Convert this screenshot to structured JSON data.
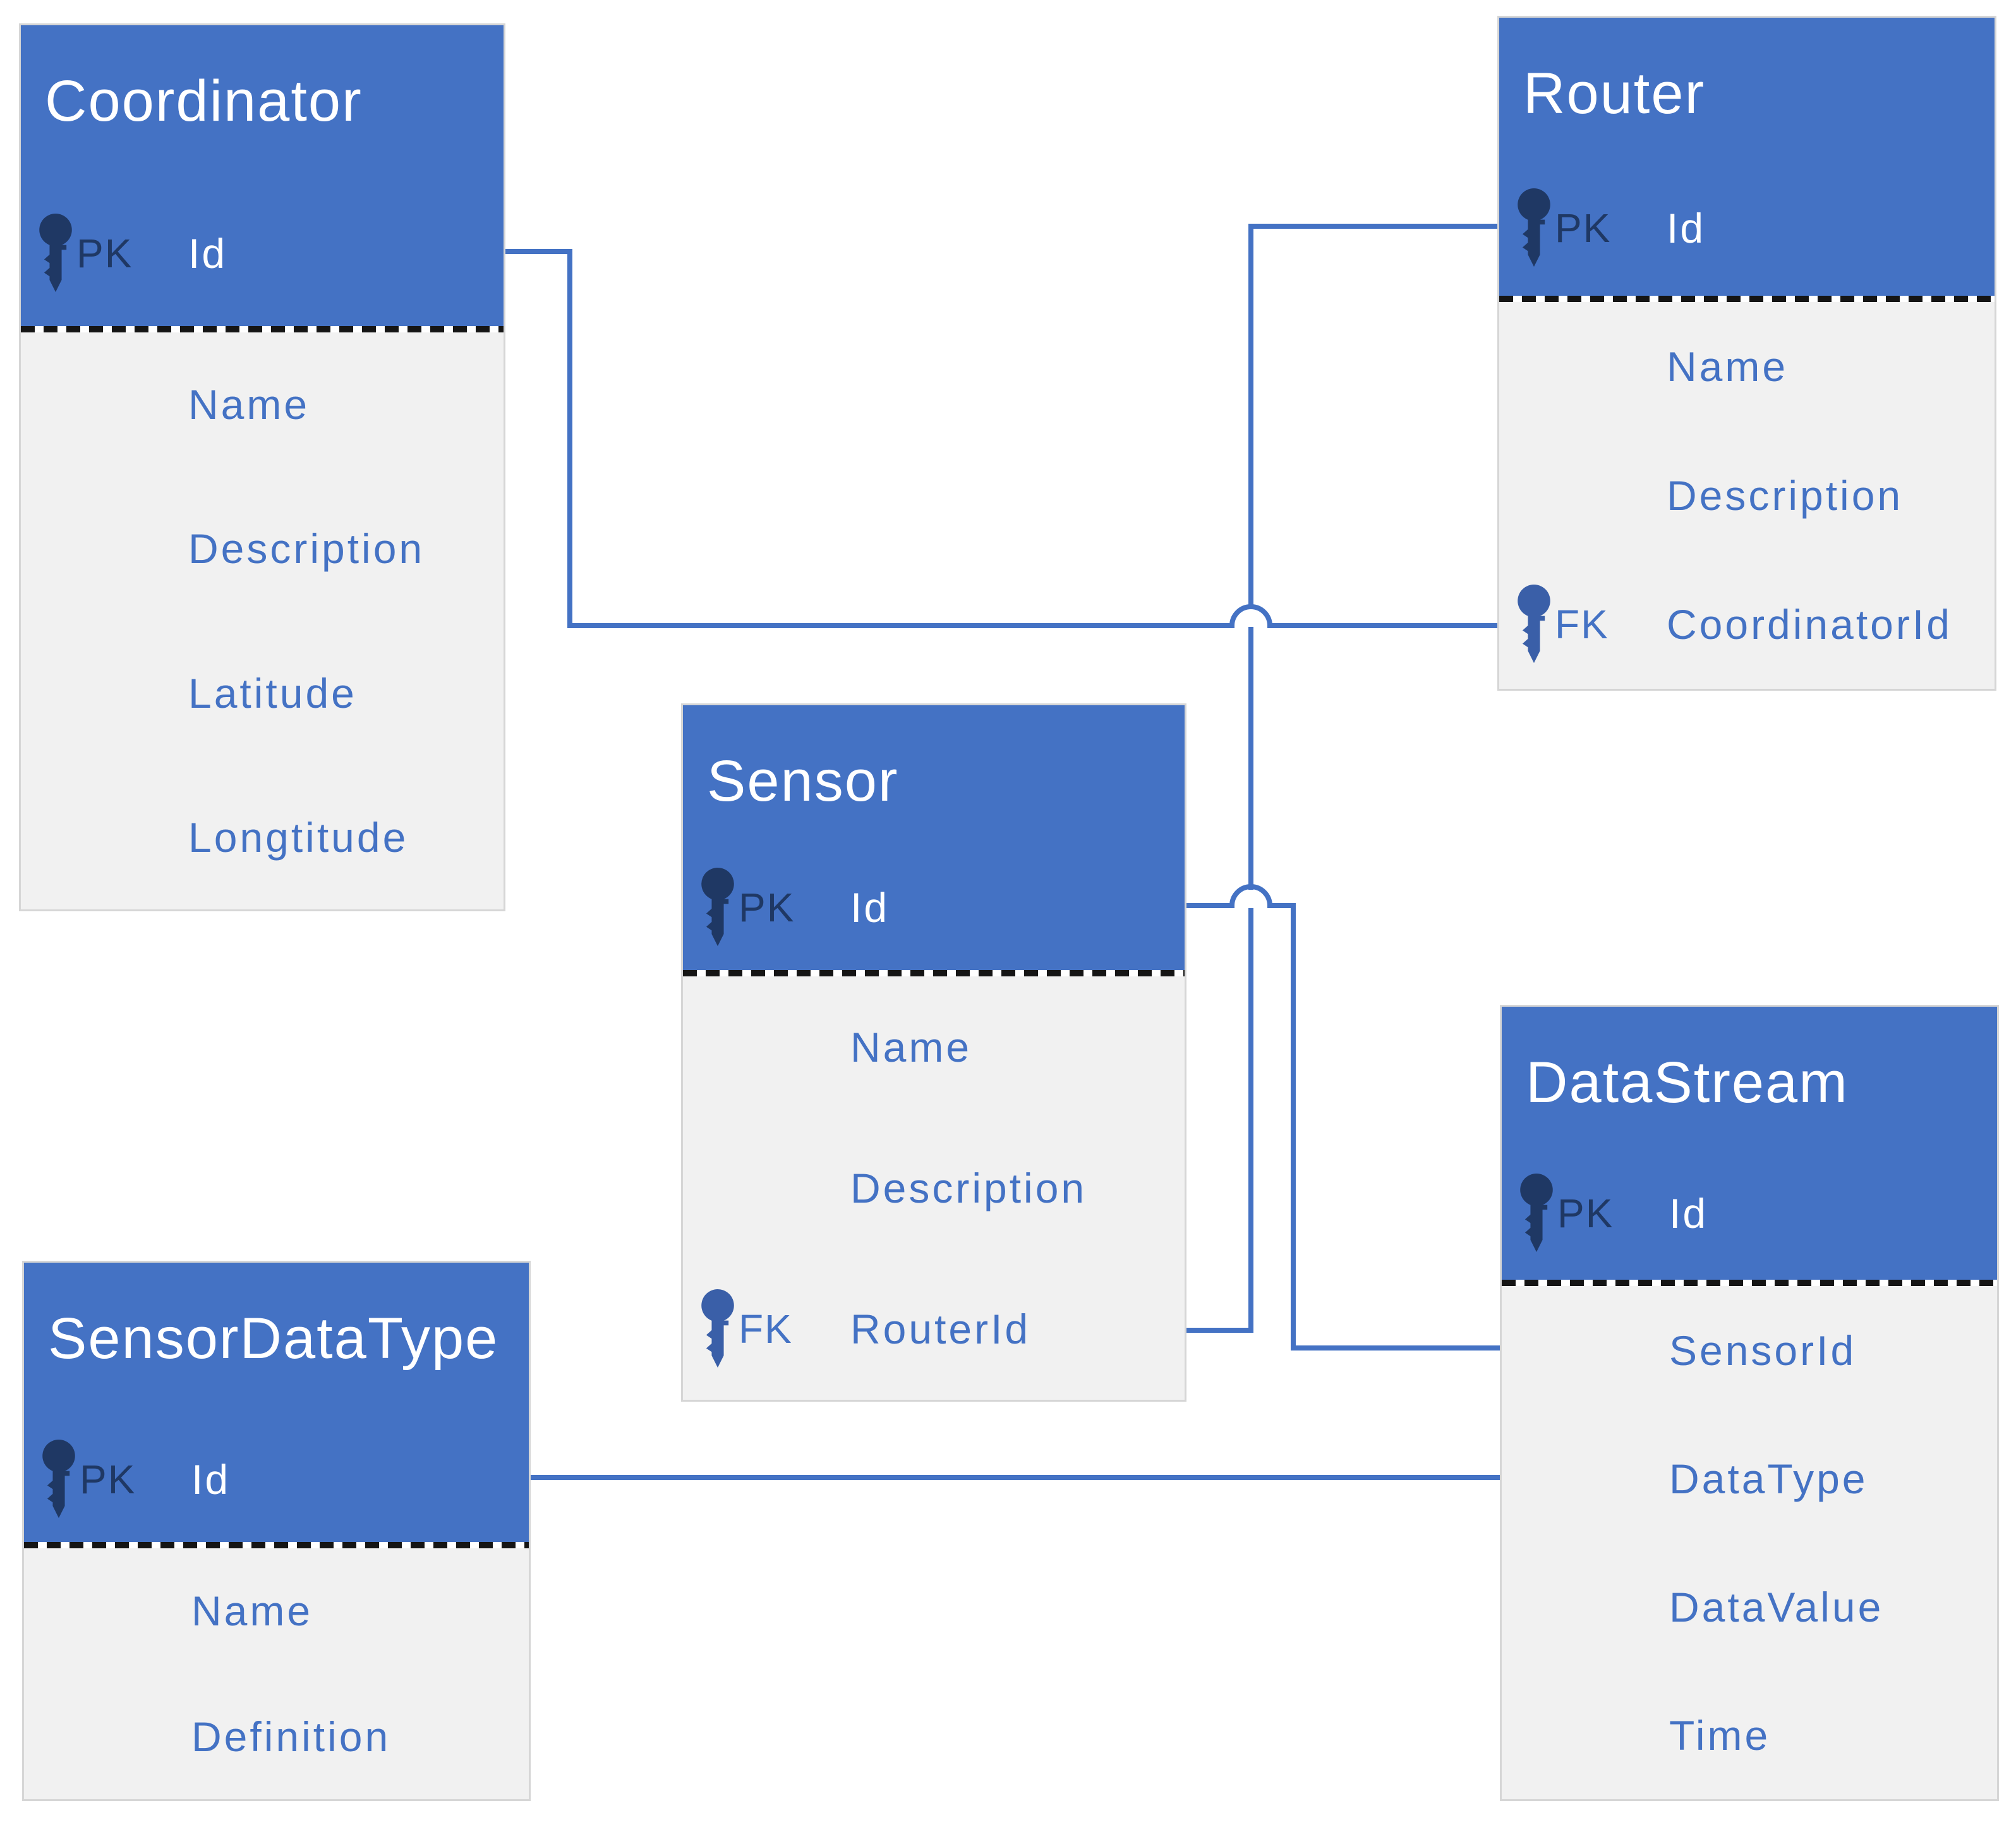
{
  "diagram": {
    "type": "er-diagram",
    "colors": {
      "header_fill": "#4472C4",
      "body_fill": "#F1F1F1",
      "attribute_text": "#4472C4",
      "pk_color": "#1F3864",
      "fk_icon_color": "#3A5FA8",
      "connector_color": "#4472C4",
      "block_border": "#D6D6D6",
      "divider_dash": "#151515"
    },
    "entities": [
      {
        "title": "Coordinator",
        "primary_key": {
          "label": "PK",
          "field": "Id"
        },
        "rows": [
          {
            "key": "",
            "field": "Name"
          },
          {
            "key": "",
            "field": "Description"
          },
          {
            "key": "",
            "field": "Latitude"
          },
          {
            "key": "",
            "field": "Longtitude"
          }
        ]
      },
      {
        "title": "Router",
        "primary_key": {
          "label": "PK",
          "field": "Id"
        },
        "rows": [
          {
            "key": "",
            "field": "Name"
          },
          {
            "key": "",
            "field": "Description"
          },
          {
            "key": "FK",
            "field": "CoordinatorId"
          }
        ]
      },
      {
        "title": "Sensor",
        "primary_key": {
          "label": "PK",
          "field": "Id"
        },
        "rows": [
          {
            "key": "",
            "field": "Name"
          },
          {
            "key": "",
            "field": "Description"
          },
          {
            "key": "FK",
            "field": "RouterId"
          }
        ]
      },
      {
        "title": "SensorDataType",
        "primary_key": {
          "label": "PK",
          "field": "Id"
        },
        "rows": [
          {
            "key": "",
            "field": "Name"
          },
          {
            "key": "",
            "field": "Definition"
          }
        ]
      },
      {
        "title": "DataStream",
        "primary_key": {
          "label": "PK",
          "field": "Id"
        },
        "rows": [
          {
            "key": "",
            "field": "SensorId"
          },
          {
            "key": "",
            "field": "DataType"
          },
          {
            "key": "",
            "field": "DataValue"
          },
          {
            "key": "",
            "field": "Time"
          }
        ]
      }
    ],
    "relationships": [
      {
        "from": "Coordinator.Id",
        "to": "Router.CoordinatorId"
      },
      {
        "from": "Router.Id",
        "to": "Sensor.RouterId"
      },
      {
        "from": "Sensor.Id",
        "to": "DataStream.SensorId"
      },
      {
        "from": "SensorDataType.Id",
        "to": "DataStream.DataType"
      }
    ]
  }
}
